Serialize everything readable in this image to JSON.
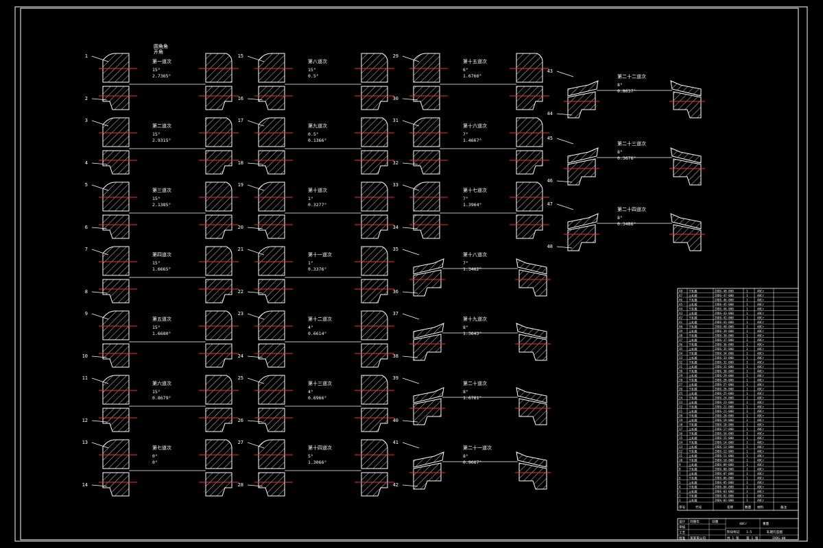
{
  "drawing": {
    "background": "#000000",
    "line_color": "#ffffff",
    "axis_color": "#ff2a2a",
    "header_note": [
      "圆角角",
      "开角"
    ],
    "passes": [
      {
        "label": "第一道次",
        "angle": "15°",
        "value": "2.7365°",
        "top": "1",
        "bottom": "2"
      },
      {
        "label": "第二道次",
        "angle": "15°",
        "value": "2.9315°",
        "top": "3",
        "bottom": "4"
      },
      {
        "label": "第三道次",
        "angle": "15°",
        "value": "2.1385°",
        "top": "5",
        "bottom": "6"
      },
      {
        "label": "第四道次",
        "angle": "15°",
        "value": "1.6665°",
        "top": "7",
        "bottom": "8"
      },
      {
        "label": "第五道次",
        "angle": "15°",
        "value": "1.6680°",
        "top": "9",
        "bottom": "10"
      },
      {
        "label": "第六道次",
        "angle": "15°",
        "value": "0.8679°",
        "top": "11",
        "bottom": "12"
      },
      {
        "label": "第七道次",
        "angle": "0°",
        "value": "0°",
        "top": "13",
        "bottom": "14"
      },
      {
        "label": "第八道次",
        "angle": "15°",
        "value": "0.5°",
        "top": "15",
        "bottom": "16"
      },
      {
        "label": "第九道次",
        "angle": "0.5°",
        "value": "0.1366°",
        "top": "17",
        "bottom": "18"
      },
      {
        "label": "第十道次",
        "angle": "1°",
        "value": "0.3277°",
        "top": "19",
        "bottom": "20"
      },
      {
        "label": "第十一道次",
        "angle": "1°",
        "value": "0.3376°",
        "top": "21",
        "bottom": "22"
      },
      {
        "label": "第十二道次",
        "angle": "4°",
        "value": "0.6614°",
        "top": "23",
        "bottom": "24"
      },
      {
        "label": "第十三道次",
        "angle": "4°",
        "value": "0.6966°",
        "top": "25",
        "bottom": "26"
      },
      {
        "label": "第十四道次",
        "angle": "5°",
        "value": "1.3066°",
        "top": "27",
        "bottom": "28"
      },
      {
        "label": "第十五道次",
        "angle": "6°",
        "value": "1.6766°",
        "top": "29",
        "bottom": "30"
      },
      {
        "label": "第十六道次",
        "angle": "7°",
        "value": "1.4667°",
        "top": "31",
        "bottom": "32"
      },
      {
        "label": "第十七道次",
        "angle": "7°",
        "value": "1.3964°",
        "top": "33",
        "bottom": "34"
      },
      {
        "label": "第十八道次",
        "angle": "7°",
        "value": "1.3462°",
        "top": "35",
        "bottom": "36"
      },
      {
        "label": "第十九道次",
        "angle": "8°",
        "value": "1.3643°",
        "top": "37",
        "bottom": "38"
      },
      {
        "label": "第二十道次",
        "angle": "8°",
        "value": "1.6761°",
        "top": "39",
        "bottom": "40"
      },
      {
        "label": "第二十一道次",
        "angle": "8°",
        "value": "0.9667°",
        "top": "41",
        "bottom": "42"
      },
      {
        "label": "第二十二道次",
        "angle": "8°",
        "value": "0.8637°",
        "top": "43",
        "bottom": "44"
      },
      {
        "label": "第二十三道次",
        "angle": "8°",
        "value": "0.3676°",
        "top": "45",
        "bottom": "46"
      },
      {
        "label": "第二十四道次",
        "angle": "8°",
        "value": "0.3486°",
        "top": "47",
        "bottom": "48"
      }
    ]
  },
  "bom": {
    "rows": [
      {
        "no": "48",
        "name": "下轧辊",
        "code": "ZXDG-48-000",
        "qty": "1",
        "mat": "40Cr"
      },
      {
        "no": "47",
        "name": "上轧辊",
        "code": "ZXDG-47-000",
        "qty": "1",
        "mat": "40Cr"
      },
      {
        "no": "46",
        "name": "下轧辊",
        "code": "ZXDG-46-000",
        "qty": "1",
        "mat": "40Cr"
      },
      {
        "no": "45",
        "name": "上轧辊",
        "code": "ZXDG-45-000",
        "qty": "1",
        "mat": "40Cr"
      },
      {
        "no": "44",
        "name": "下轧辊",
        "code": "ZXDG-44-000",
        "qty": "1",
        "mat": "40Cr"
      },
      {
        "no": "43",
        "name": "上轧辊",
        "code": "ZXDG-43-000",
        "qty": "1",
        "mat": "40Cr"
      },
      {
        "no": "42",
        "name": "下轧辊",
        "code": "ZXDG-42-000",
        "qty": "1",
        "mat": "40Cr"
      },
      {
        "no": "41",
        "name": "上轧辊",
        "code": "ZXDG-41-000",
        "qty": "1",
        "mat": "40Cr"
      },
      {
        "no": "40",
        "name": "下轧辊",
        "code": "ZXDG-40-000",
        "qty": "1",
        "mat": "40Cr"
      },
      {
        "no": "39",
        "name": "上轧辊",
        "code": "ZXDG-39-000",
        "qty": "1",
        "mat": "40Cr"
      },
      {
        "no": "38",
        "name": "下轧辊",
        "code": "ZXDG-38-000",
        "qty": "1",
        "mat": "40Cr"
      },
      {
        "no": "37",
        "name": "上轧辊",
        "code": "ZXDG-37-000",
        "qty": "1",
        "mat": "40Cr"
      },
      {
        "no": "36",
        "name": "下轧辊",
        "code": "ZXDG-36-000",
        "qty": "1",
        "mat": "40Cr"
      },
      {
        "no": "35",
        "name": "上轧辊",
        "code": "ZXDG-35-000",
        "qty": "1",
        "mat": "40Cr"
      },
      {
        "no": "34",
        "name": "下轧辊",
        "code": "ZXDG-34-000",
        "qty": "1",
        "mat": "40Cr"
      },
      {
        "no": "33",
        "name": "上轧辊",
        "code": "ZXDG-33-000",
        "qty": "1",
        "mat": "40Cr"
      },
      {
        "no": "32",
        "name": "下轧辊",
        "code": "ZXDG-32-000",
        "qty": "1",
        "mat": "40Cr"
      },
      {
        "no": "31",
        "name": "上轧辊",
        "code": "ZXDG-31-000",
        "qty": "1",
        "mat": "40Cr"
      },
      {
        "no": "30",
        "name": "下轧辊",
        "code": "ZXDG-30-000",
        "qty": "1",
        "mat": "40Cr"
      },
      {
        "no": "29",
        "name": "上轧辊",
        "code": "ZXDG-29-000",
        "qty": "1",
        "mat": "40Cr"
      },
      {
        "no": "28",
        "name": "下轧辊",
        "code": "ZXDG-28-000",
        "qty": "1",
        "mat": "40Cr"
      },
      {
        "no": "27",
        "name": "上轧辊",
        "code": "ZXDG-27-000",
        "qty": "1",
        "mat": "40Cr"
      },
      {
        "no": "26",
        "name": "下轧辊",
        "code": "ZXDG-26-000",
        "qty": "1",
        "mat": "40Cr"
      },
      {
        "no": "25",
        "name": "上轧辊",
        "code": "ZXDG-25-000",
        "qty": "1",
        "mat": "40Cr"
      },
      {
        "no": "24",
        "name": "下轧辊",
        "code": "ZXDG-24-000",
        "qty": "1",
        "mat": "40Cr"
      },
      {
        "no": "23",
        "name": "上轧辊",
        "code": "ZXDG-23-000",
        "qty": "1",
        "mat": "40Cr"
      },
      {
        "no": "22",
        "name": "下轧辊",
        "code": "ZXDG-22-000",
        "qty": "1",
        "mat": "40Cr"
      },
      {
        "no": "21",
        "name": "上轧辊",
        "code": "ZXDG-21-000",
        "qty": "1",
        "mat": "40Cr"
      },
      {
        "no": "20",
        "name": "下轧辊",
        "code": "ZXDG-20-000",
        "qty": "1",
        "mat": "40Cr"
      },
      {
        "no": "19",
        "name": "上轧辊",
        "code": "ZXDG-19-000",
        "qty": "1",
        "mat": "40Cr"
      },
      {
        "no": "18",
        "name": "下轧辊",
        "code": "ZXDG-18-000",
        "qty": "1",
        "mat": "40Cr"
      },
      {
        "no": "17",
        "name": "上轧辊",
        "code": "ZXDG-17-000",
        "qty": "1",
        "mat": "40Cr"
      },
      {
        "no": "16",
        "name": "下轧辊",
        "code": "ZXDG-16-000",
        "qty": "1",
        "mat": "40Cr"
      },
      {
        "no": "15",
        "name": "上轧辊",
        "code": "ZXDG-15-000",
        "qty": "1",
        "mat": "40Cr"
      },
      {
        "no": "14",
        "name": "下轧辊",
        "code": "ZXDG-14-000",
        "qty": "1",
        "mat": "40Cr"
      },
      {
        "no": "13",
        "name": "上轧辊",
        "code": "ZXDG-13-000",
        "qty": "1",
        "mat": "40Cr"
      },
      {
        "no": "12",
        "name": "下轧辊",
        "code": "ZXDG-12-000",
        "qty": "1",
        "mat": "40Cr"
      },
      {
        "no": "11",
        "name": "上轧辊",
        "code": "ZXDG-11-000",
        "qty": "1",
        "mat": "40Cr"
      },
      {
        "no": "10",
        "name": "下轧辊",
        "code": "ZXDG-10-000",
        "qty": "1",
        "mat": "40Cr"
      },
      {
        "no": "9",
        "name": "上轧辊",
        "code": "ZXDG-09-000",
        "qty": "1",
        "mat": "40Cr"
      },
      {
        "no": "8",
        "name": "下轧辊",
        "code": "ZXDG-08-000",
        "qty": "1",
        "mat": "40Cr"
      },
      {
        "no": "7",
        "name": "上轧辊",
        "code": "ZXDG-07-000",
        "qty": "1",
        "mat": "40Cr"
      },
      {
        "no": "6",
        "name": "下轧辊",
        "code": "ZXDG-06-000",
        "qty": "1",
        "mat": "40Cr"
      },
      {
        "no": "5",
        "name": "上轧辊",
        "code": "ZXDG-05-000",
        "qty": "1",
        "mat": "40Cr"
      },
      {
        "no": "4",
        "name": "下轧辊",
        "code": "ZXDG-04-000",
        "qty": "1",
        "mat": "40Cr"
      },
      {
        "no": "3",
        "name": "上轧辊",
        "code": "ZXDG-03-000",
        "qty": "1",
        "mat": "40Cr"
      },
      {
        "no": "2",
        "name": "下轧辊",
        "code": "ZXDG-02-000",
        "qty": "1",
        "mat": "40Cr"
      },
      {
        "no": "1",
        "name": "上轧辊",
        "code": "ZXDG-01-000",
        "qty": "1",
        "mat": "40Cr"
      }
    ],
    "header": {
      "no": "序号",
      "code": "代号",
      "name": "名称",
      "qty": "数量",
      "mat": "材料",
      "remark": "备注"
    },
    "title_block": {
      "design": "设计",
      "check": "审核",
      "process": "工艺",
      "approve": "批准",
      "designer": "刘德华",
      "date": "日期",
      "material": "40Cr",
      "stage": "阶段标记",
      "weight": "重量",
      "scale": "1:5",
      "sheets": "共 1 张",
      "sheet": "第 1 张",
      "drawing_name": "轧辊孔型图",
      "drawing_no": "ZXDG-00",
      "company": "某某某公司"
    }
  }
}
